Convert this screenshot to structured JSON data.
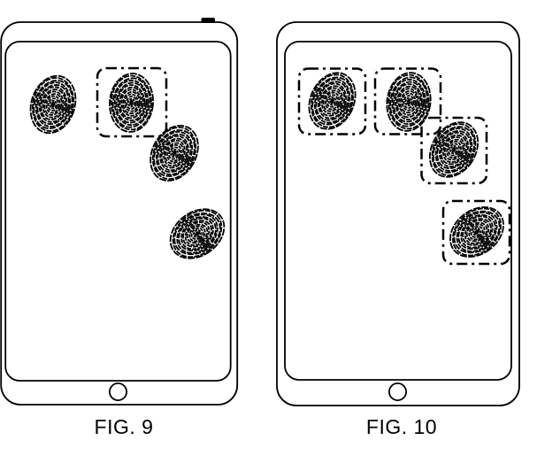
{
  "sheet": {
    "background_color": "#ffffff",
    "line_color": "#000000"
  },
  "figures": [
    {
      "label": "FIG. 9",
      "fingerprint_count": 4,
      "highlight_box_count": 1
    },
    {
      "label": "FIG. 10",
      "fingerprint_count": 4,
      "highlight_box_count": 4
    }
  ]
}
